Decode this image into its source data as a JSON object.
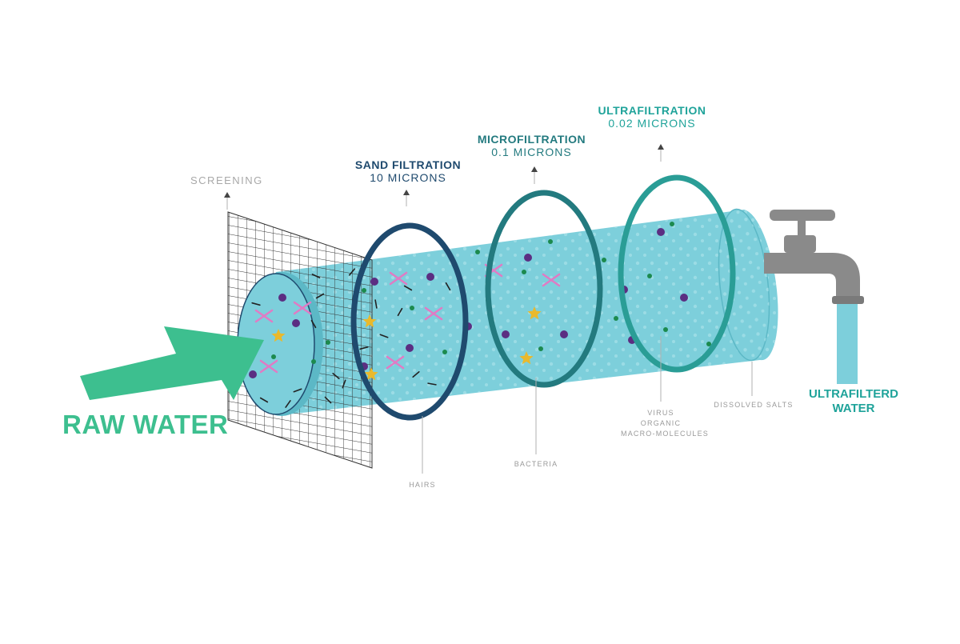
{
  "labels": {
    "raw_water": "RAW WATER",
    "screening": "SCREENING",
    "sand_title": "SAND FILTRATION",
    "sand_sub": "10 MICRONS",
    "micro_title": "MICROFILTRATION",
    "micro_sub": "0.1 MICRONS",
    "ultra_title": "ULTRAFILTRATION",
    "ultra_sub": "0.02 MICRONS",
    "out_line1": "ULTRAFILTERD",
    "out_line2": "WATER",
    "hairs": "HAIRS",
    "bacteria": "BACTERIA",
    "virus1": "VIRUS",
    "virus2": "ORGANIC",
    "virus3": "MACRO-MOLECULES",
    "salts": "DISSOLVED SALTS"
  },
  "colors": {
    "arrow_green": "#3dbf8f",
    "water": "#7dcfdb",
    "water_dark": "#5cb8c6",
    "sand_ring": "#1f4a6e",
    "micro_ring": "#237a7f",
    "ultra_ring": "#2a9d96",
    "sand_text": "#1f4a6e",
    "micro_text": "#237a7f",
    "ultra_text": "#1fa39a",
    "faucet": "#8a8a8a"
  },
  "icons": {
    "arrow": "arrow-right-icon",
    "faucet": "faucet-icon",
    "mesh": "mesh-screen-icon"
  }
}
